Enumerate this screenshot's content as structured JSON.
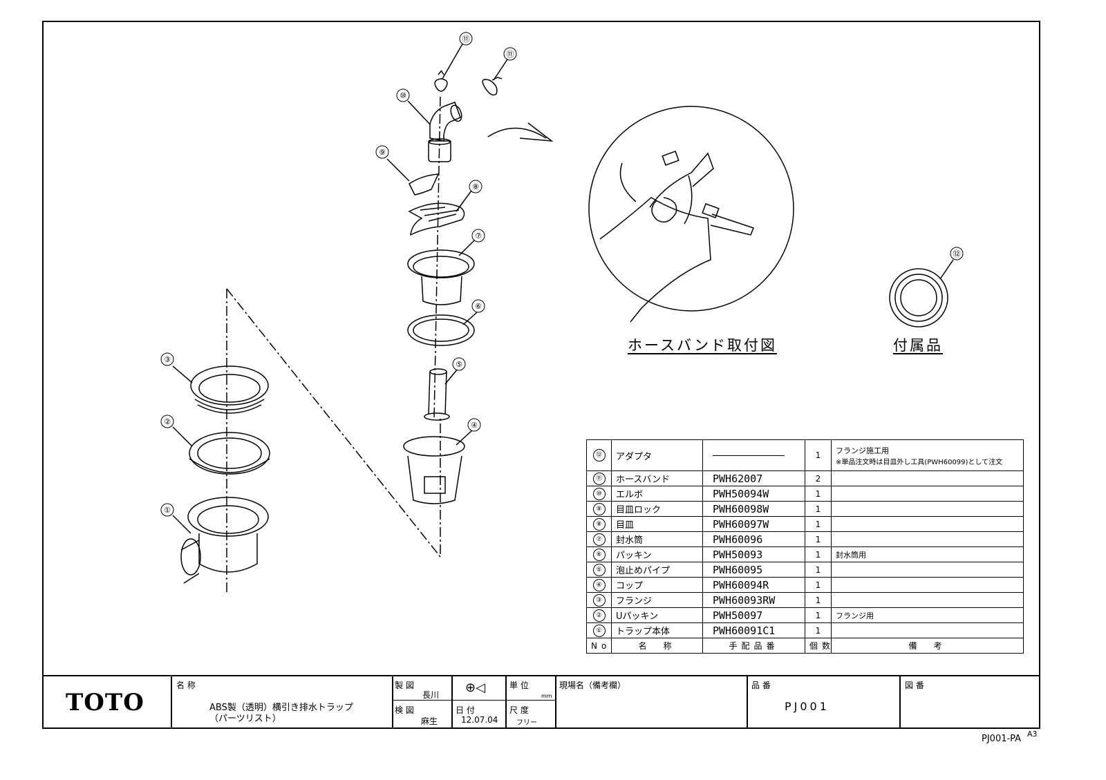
{
  "captions": {
    "hose_band": "ホースバンド取付図",
    "accessory": "付属品"
  },
  "callouts": [
    "⑪",
    "⑪",
    "⑩",
    "⑨",
    "⑧",
    "⑦",
    "⑥",
    "⑤",
    "④",
    "③",
    "②",
    "①",
    "⑫"
  ],
  "parts_table": {
    "rows": [
      {
        "no": "⑫",
        "name": "アダプタ",
        "code": "",
        "qty": "1",
        "remark": "フランジ施工用",
        "remark2": "※単品注文時は目皿外し工具(PWH60099)として注文"
      },
      {
        "no": "⑪",
        "name": "ホースバンド",
        "code": "PWH62007",
        "qty": "2",
        "remark": ""
      },
      {
        "no": "⑩",
        "name": "エルボ",
        "code": "PWH50094W",
        "qty": "1",
        "remark": ""
      },
      {
        "no": "⑨",
        "name": "目皿ロック",
        "code": "PWH60098W",
        "qty": "1",
        "remark": ""
      },
      {
        "no": "⑧",
        "name": "目皿",
        "code": "PWH60097W",
        "qty": "1",
        "remark": ""
      },
      {
        "no": "⑦",
        "name": "封水筒",
        "code": "PWH60096",
        "qty": "1",
        "remark": ""
      },
      {
        "no": "⑥",
        "name": "パッキン",
        "code": "PWH50093",
        "qty": "1",
        "remark": "封水筒用"
      },
      {
        "no": "⑤",
        "name": "泡止めパイプ",
        "code": "PWH60095",
        "qty": "1",
        "remark": ""
      },
      {
        "no": "④",
        "name": "コップ",
        "code": "PWH60094R",
        "qty": "1",
        "remark": ""
      },
      {
        "no": "③",
        "name": "フランジ",
        "code": "PWH60093RW",
        "qty": "1",
        "remark": ""
      },
      {
        "no": "②",
        "name": "Uパッキン",
        "code": "PWH50097",
        "qty": "1",
        "remark": "フランジ用"
      },
      {
        "no": "①",
        "name": "トラップ本体",
        "code": "PWH60091C1",
        "qty": "1",
        "remark": ""
      }
    ],
    "header": {
      "no": "No.",
      "name": "名　称",
      "code": "手配品番",
      "qty": "個数",
      "remark": "備　考"
    }
  },
  "title_block": {
    "logo": "TOTO",
    "name_label": "名 称",
    "name_line1": "ABS製（透明）横引き排水トラップ",
    "name_line2": "（パーツリスト）",
    "drawn_label": "製 図",
    "drawn_by": "長川",
    "checked_label": "検 図",
    "checked_by": "麻生",
    "date_label": "日 付",
    "date": "12.07.04",
    "unit_label": "単 位",
    "unit": "mm",
    "scale_label": "尺 度",
    "scale": "フリー",
    "site_label": "現場名（備考欄）",
    "product_label": "品 番",
    "product": "PJ001",
    "drawing_label": "図 番"
  },
  "footer": {
    "code": "PJ001-PA",
    "size": "A3"
  }
}
